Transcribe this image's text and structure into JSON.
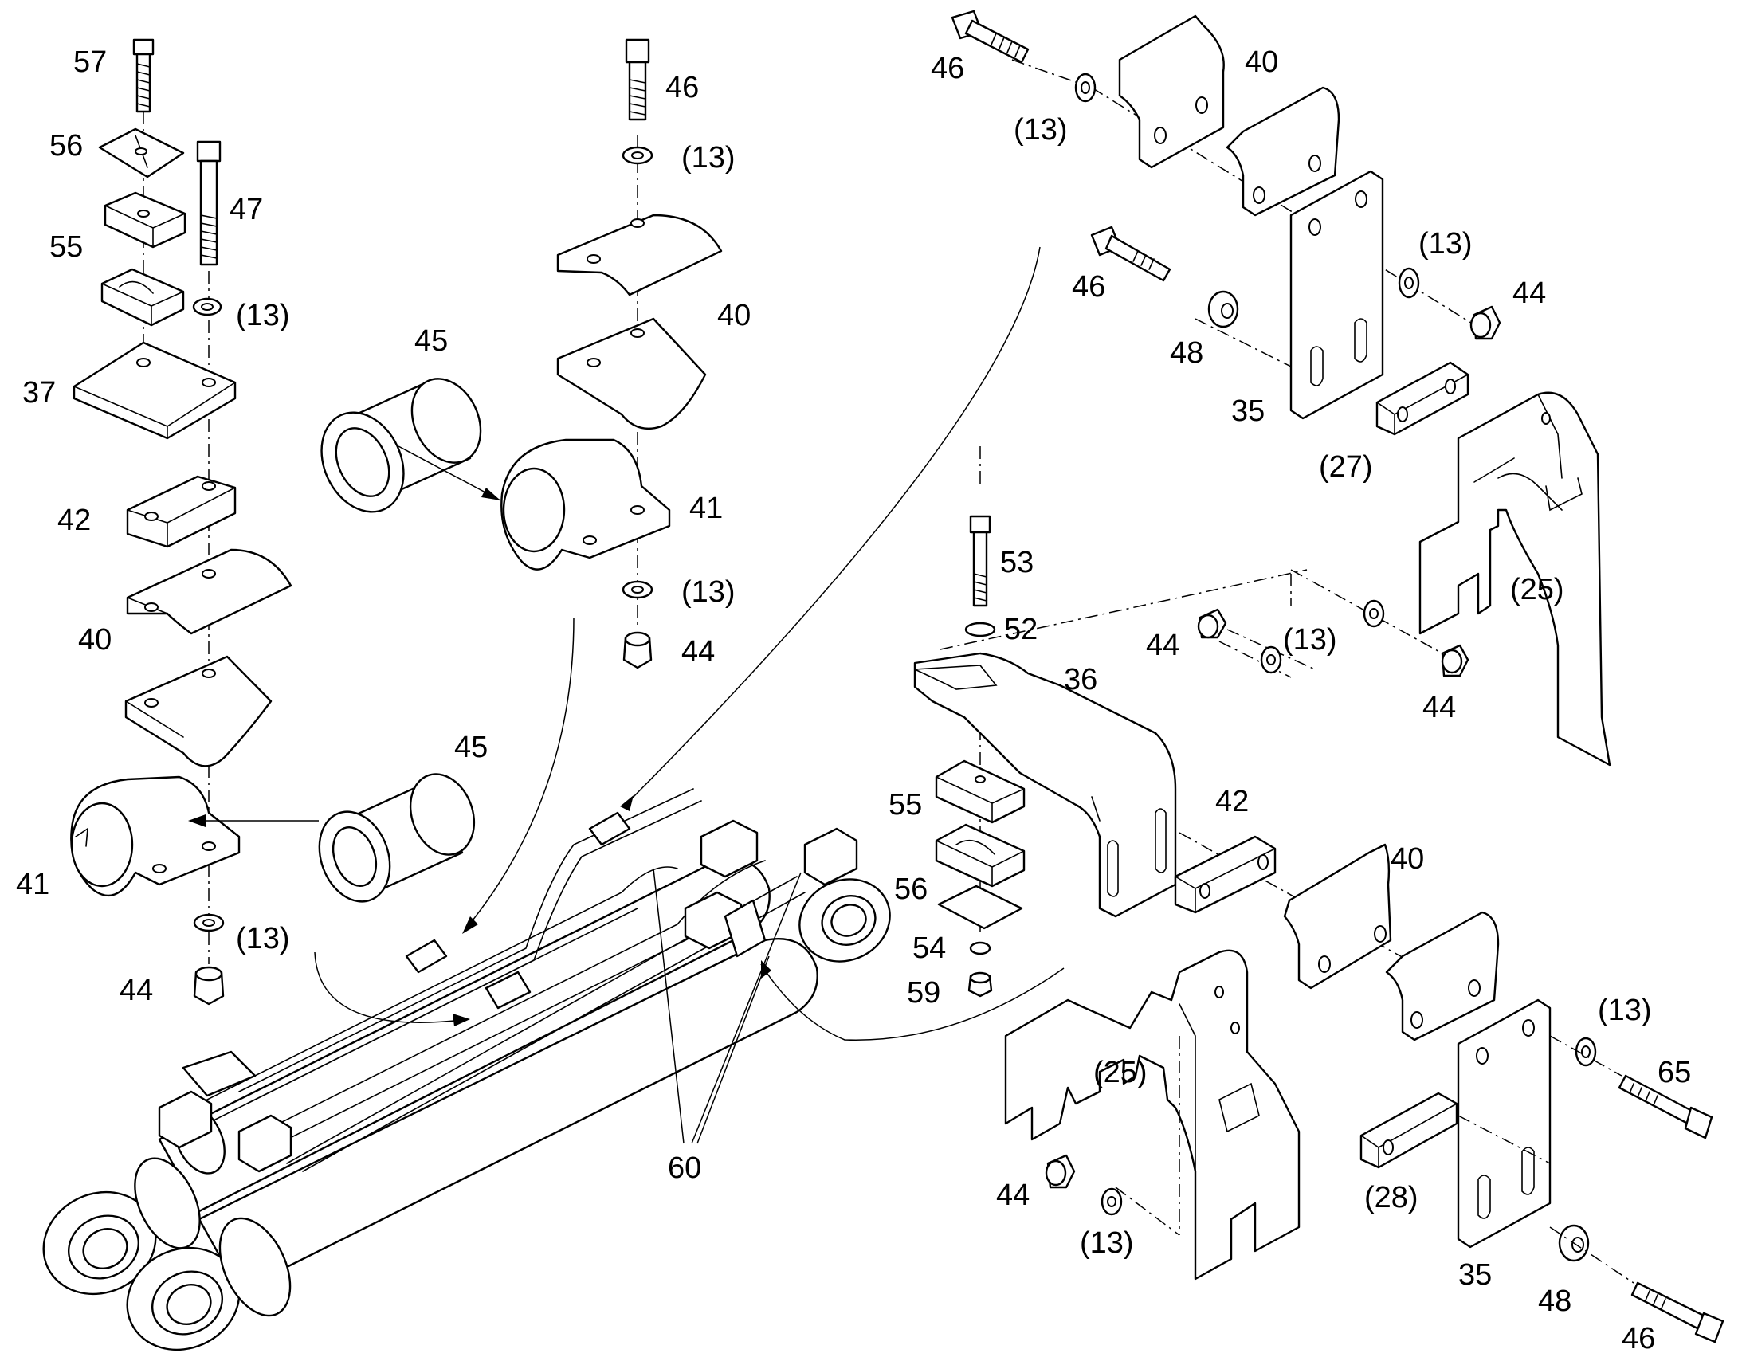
{
  "diagram": {
    "callouts": {
      "c57": "57",
      "c56a": "56",
      "c55a": "55",
      "c47": "47",
      "c13a": "(13)",
      "c37": "37",
      "c42a": "42",
      "c40a": "40",
      "c41a": "41",
      "c13b": "(13)",
      "c44a": "44",
      "c46a": "46",
      "c13c": "(13)",
      "c40b": "40",
      "c41b": "41",
      "c13d": "(13)",
      "c44b": "44",
      "c45a": "45",
      "c45b": "45",
      "c46b": "46",
      "c13e": "(13)",
      "c40c": "40",
      "c46c": "46",
      "c48a": "48",
      "c13f": "(13)",
      "c44c": "44",
      "c35a": "35",
      "c27": "(27)",
      "c25a": "(25)",
      "c53": "53",
      "c52": "52",
      "c36": "36",
      "c44d": "44",
      "c13g": "(13)",
      "c44e": "44",
      "c55b": "55",
      "c56b": "56",
      "c54": "54",
      "c59": "59",
      "c42b": "42",
      "c40d": "40",
      "c25b": "(25)",
      "c13h": "(13)",
      "c65": "65",
      "c28": "(28)",
      "c44f": "44",
      "c13i": "(13)",
      "c35b": "35",
      "c48b": "48",
      "c46d": "46",
      "c60": "60"
    }
  }
}
